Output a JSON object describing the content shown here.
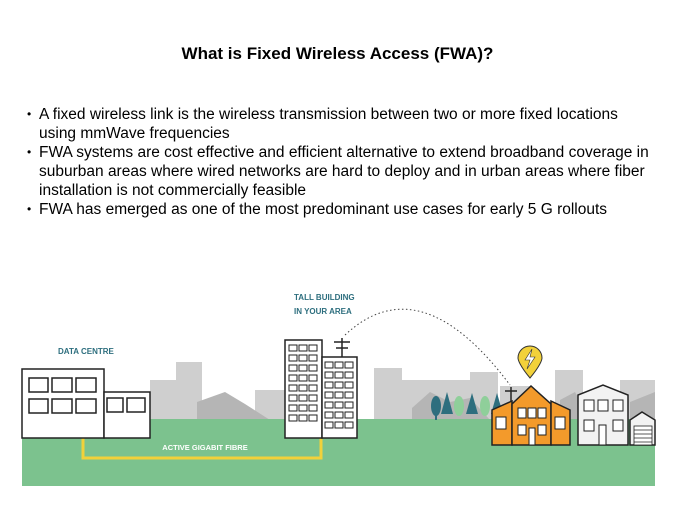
{
  "title": "What is Fixed Wireless Access (FWA)?",
  "bullets": [
    "A fixed wireless link is the wireless transmission between two or more fixed locations using mmWave frequencies",
    "FWA systems are cost effective and efficient alternative to extend broadband coverage in suburban areas where wired networks are hard to deploy and in urban areas where fiber installation is not commercially feasible",
    "FWA has emerged as one of the most predominant use cases for early 5 G rollouts"
  ],
  "illustration": {
    "data_centre_label": "DATA CENTRE",
    "tall_building_label_1": "TALL BUILDING",
    "tall_building_label_2": "IN YOUR AREA",
    "fibre_label": "ACTIVE GIGABIT FIBRE",
    "colors": {
      "ground": "#7cc28e",
      "fibre": "#f2d13a",
      "house": "#f39a2b",
      "label": "#2d6e7e",
      "skyline": "#c9c9c9"
    }
  }
}
